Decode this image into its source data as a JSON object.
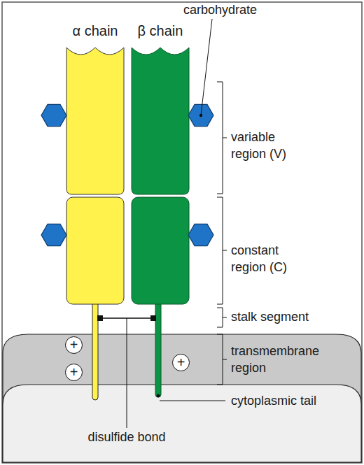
{
  "diagram": {
    "nodes": [
      {
        "text": [
          "α chain"
        ]
      },
      {
        "text": [
          "β chain"
        ]
      },
      {
        "text": [
          "+"
        ]
      },
      {
        "text": [
          "+"
        ]
      },
      {
        "text": [
          "+"
        ]
      }
    ],
    "labels": [
      "carbohydrate",
      "variable region (V)",
      "constant region (C)",
      "stalk segment",
      "transmembrane region",
      "cytoplasmic tail",
      "disulfide bond"
    ]
  }
}
